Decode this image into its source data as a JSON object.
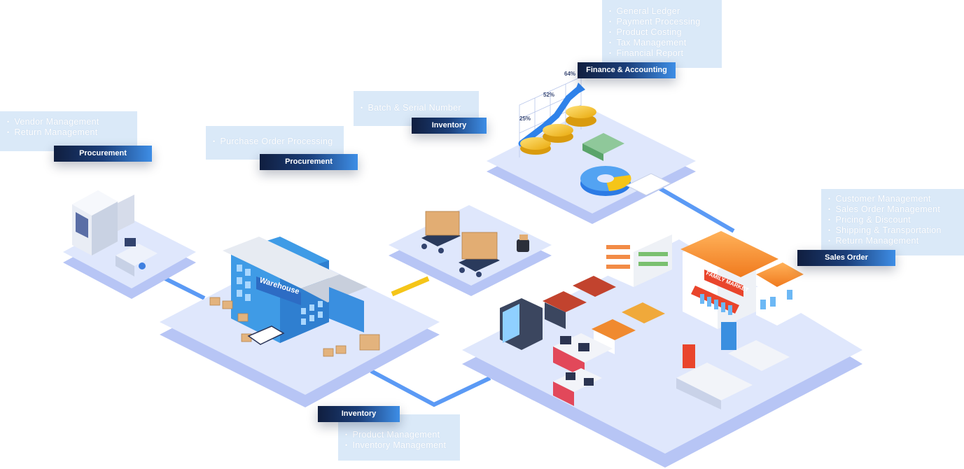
{
  "modules": {
    "procurement_vendor": {
      "label": "Procurement",
      "features": [
        "Vendor Management",
        "Return Management"
      ]
    },
    "procurement_po": {
      "label": "Procurement",
      "features": [
        "Purchase Order Processing"
      ]
    },
    "inventory_batch": {
      "label": "Inventory",
      "features": [
        "Batch & Serial Number"
      ]
    },
    "finance": {
      "label": "Finance & Accounting",
      "features": [
        "General Ledger",
        "Payment Processing",
        "Product Costing",
        "Tax Management",
        "Financial Report"
      ]
    },
    "sales_order": {
      "label": "Sales Order",
      "features": [
        "Customer Management",
        "Sales Order Management",
        "Pricing & Discount",
        "Shipping & Transportation",
        "Return Management"
      ]
    },
    "inventory_product": {
      "label": "Inventory",
      "features": [
        "Product Management",
        "Inventory Management"
      ]
    }
  },
  "illustration": {
    "warehouse_sign": "Warehouse",
    "store_sign": "FAMILY MARKET",
    "chart_labels": [
      "25%",
      "52%",
      "64%"
    ]
  },
  "colors": {
    "platform_top": "#dfe7fc",
    "platform_side": "#b7c5f5",
    "connector_blue": "#5b9af5",
    "connector_yellow": "#f5c518",
    "tag_dark": "#101e3f",
    "tag_light": "#3e8ee6",
    "box_fill": "#cde2f6"
  }
}
